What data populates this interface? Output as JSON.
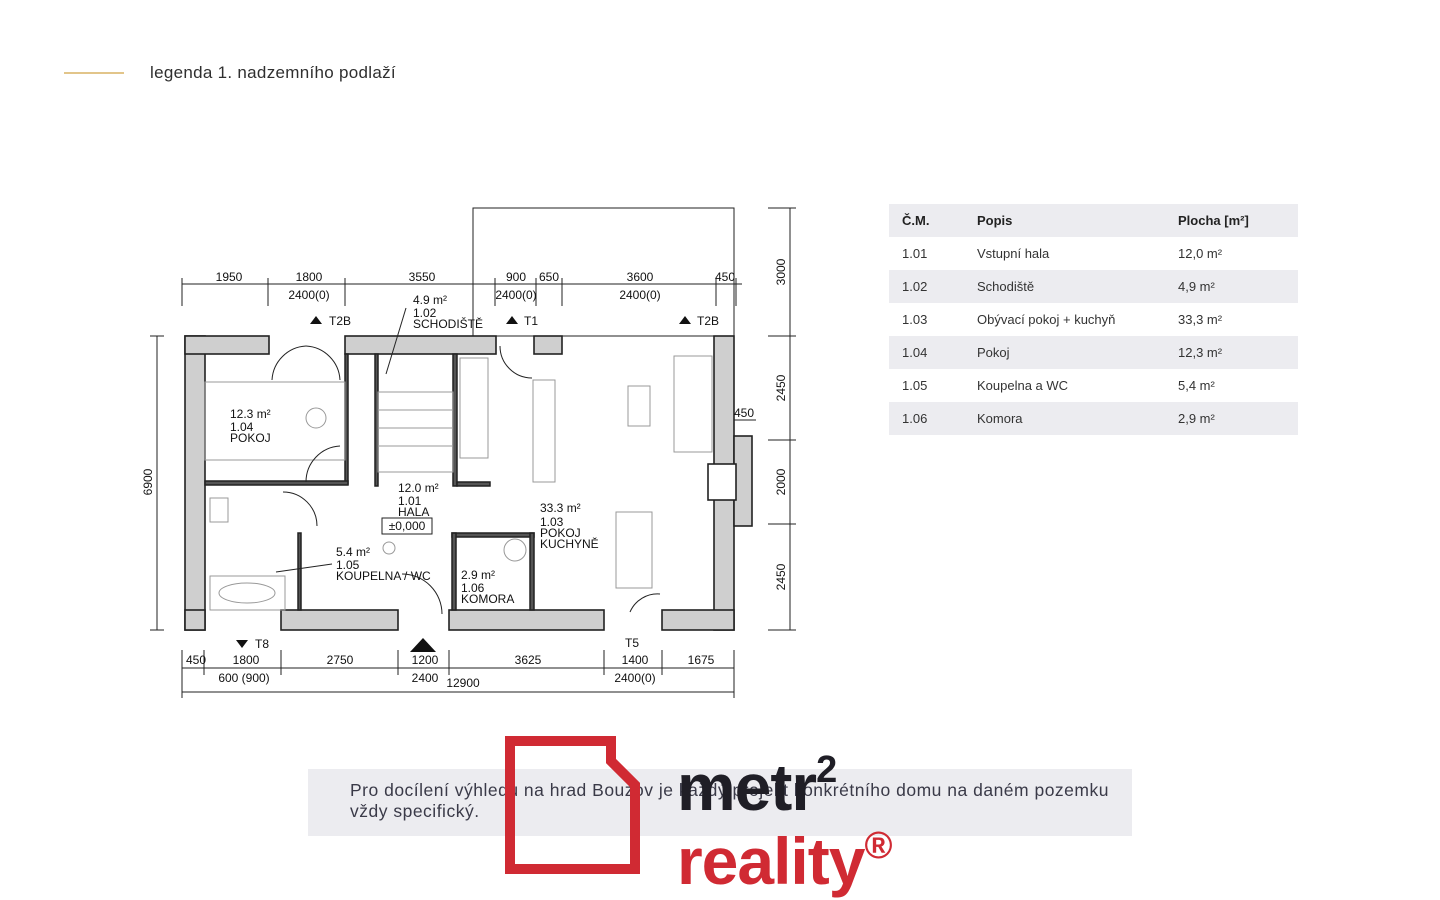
{
  "header": {
    "title": "legenda 1. nadzemního podlaží"
  },
  "floorplan": {
    "dims_top_row1": [
      "1950",
      "1800",
      "3550",
      "900",
      "650",
      "3600",
      "450"
    ],
    "dims_top_row2": [
      "2400(0)",
      "2400(0)",
      "2400(0)"
    ],
    "dims_right": [
      "3000",
      "2450",
      "2000",
      "2450",
      "450"
    ],
    "dim_left": "6900",
    "dims_bottom_row1": [
      "450",
      "1800",
      "2750",
      "1200",
      "3625",
      "1400",
      "1675"
    ],
    "dims_bottom_row2": [
      "600 (900)",
      "2400",
      "12900",
      "2400(0)"
    ],
    "windows": [
      "T2B",
      "T1",
      "T2B",
      "T8",
      "T5"
    ],
    "rooms": [
      {
        "area": "4.9 m²",
        "num": "1.02",
        "name": "SCHODIŠTĚ"
      },
      {
        "area": "12.3 m²",
        "num": "1.04",
        "name": "POKOJ"
      },
      {
        "area": "12.0 m²",
        "num": "1.01",
        "name": "HALA"
      },
      {
        "area": "33.3 m²",
        "num": "1.03",
        "name": "POKOJ",
        "name2": "KUCHYNĚ"
      },
      {
        "area": "5.4 m²",
        "num": "1.05",
        "name": "KOUPELNA / WC"
      },
      {
        "area": "2.9 m²",
        "num": "1.06",
        "name": "KOMORA"
      }
    ],
    "level": "±0,000"
  },
  "table": {
    "headers": [
      "Č.M.",
      "Popis",
      "Plocha [m²]"
    ],
    "rows": [
      [
        "1.01",
        "Vstupní hala",
        "12,0 m²"
      ],
      [
        "1.02",
        "Schodiště",
        "4,9 m²"
      ],
      [
        "1.03",
        "Obývací pokoj + kuchyň",
        "33,3 m²"
      ],
      [
        "1.04",
        "Pokoj",
        "12,3 m²"
      ],
      [
        "1.05",
        "Koupelna a WC",
        "5,4 m²"
      ],
      [
        "1.06",
        "Komora",
        "2,9 m²"
      ]
    ]
  },
  "note": {
    "text": "Pro docílení výhledu na hrad Bouzov je každý projekt konkrétního domu na daném pozemku vždy specifický."
  },
  "logo": {
    "line1": "metr",
    "sup": "2",
    "line2": "reality",
    "reg": "®",
    "colors": {
      "dark": "#1f1e26",
      "red": "#d02a33"
    }
  }
}
